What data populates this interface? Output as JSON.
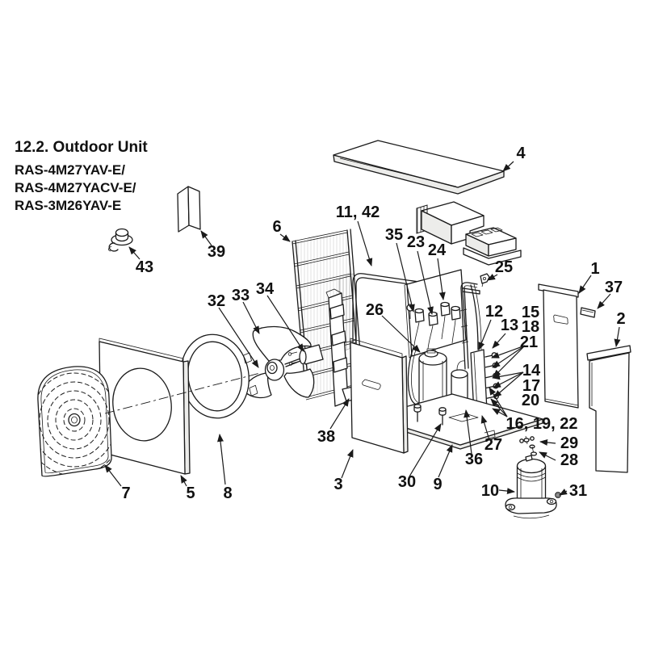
{
  "title": "12.2.  Outdoor Unit",
  "models": [
    "RAS-4M27YAV-E/",
    "RAS-4M27YACV-E/",
    "RAS-3M26YAV-E"
  ],
  "colors": {
    "line": "#1a1a1a",
    "background": "#ffffff",
    "shade": "#ececea"
  },
  "labels": {
    "l1": "1",
    "l2": "2",
    "l3": "3",
    "l4": "4",
    "l5": "5",
    "l6": "6",
    "l7": "7",
    "l8": "8",
    "l9": "9",
    "l10": "10",
    "l11_42": "11, 42",
    "l12": "12",
    "l13": "13",
    "l14": "14",
    "l15": "15",
    "l16_19_22": "16, 19, 22",
    "l17": "17",
    "l18": "18",
    "l20": "20",
    "l21": "21",
    "l23": "23",
    "l24": "24",
    "l25": "25",
    "l26": "26",
    "l27": "27",
    "l28": "28",
    "l29": "29",
    "l30": "30",
    "l31": "31",
    "l32": "32",
    "l33": "33",
    "l34": "34",
    "l35": "35",
    "l36": "36",
    "l37": "37",
    "l38": "38",
    "l39": "39",
    "l43": "43"
  }
}
